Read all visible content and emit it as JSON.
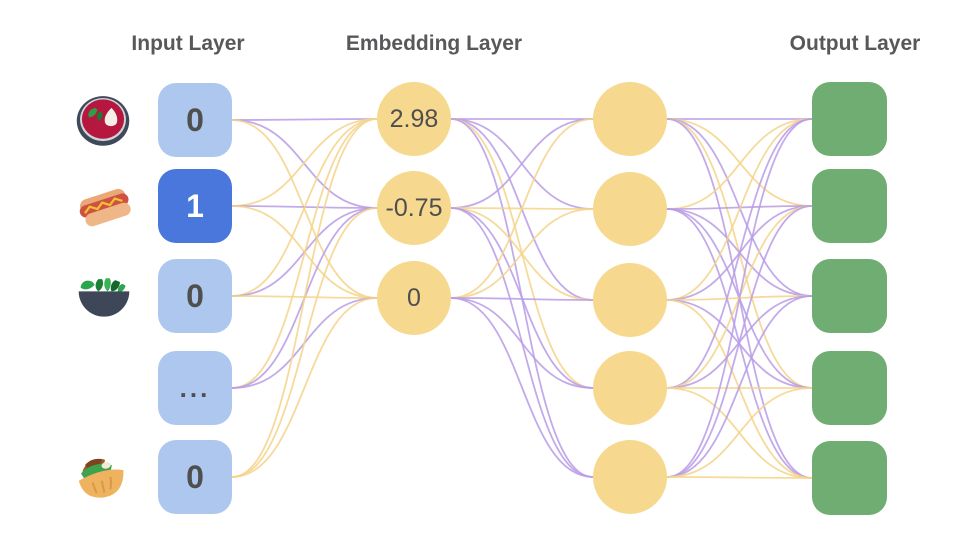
{
  "headers": {
    "input": "Input Layer",
    "embedding": "Embedding Layer",
    "output": "Output Layer"
  },
  "colors": {
    "input_node": "#aec7ef",
    "input_node_active": "#4a77dc",
    "embedding_node": "#f6d98e",
    "output_node": "#6fad72",
    "edge_purple": "#b89ce6",
    "edge_yellow": "#f5d38a",
    "header_text": "#58585b",
    "node_text": "#4f4f4f"
  },
  "layers": {
    "input": {
      "nodes": [
        {
          "value": "0",
          "icon": "borscht-bowl-icon",
          "active": false
        },
        {
          "value": "1",
          "icon": "hot-dog-icon",
          "active": true
        },
        {
          "value": "0",
          "icon": "green-salad-icon",
          "active": false
        },
        {
          "value": "...",
          "icon": null,
          "active": false
        },
        {
          "value": "0",
          "icon": "stuffed-flatbread-icon",
          "active": false
        }
      ]
    },
    "embedding": {
      "nodes": [
        {
          "value": "2.98"
        },
        {
          "value": "-0.75"
        },
        {
          "value": "0"
        }
      ]
    },
    "hidden": {
      "node_count": 5
    },
    "output": {
      "node_count": 5
    }
  },
  "edges": {
    "legend": {
      "P": "purple",
      "Y": "yellow"
    },
    "input_to_embedding": [
      [
        "P",
        "P",
        "Y"
      ],
      [
        "Y",
        "P",
        "Y"
      ],
      [
        "Y",
        "P",
        "Y"
      ],
      [
        "Y",
        "P",
        "P"
      ],
      [
        "Y",
        "Y",
        "Y"
      ]
    ],
    "embedding_to_hidden": [
      [
        "P",
        "P",
        "P",
        "Y",
        "P"
      ],
      [
        "P",
        "Y",
        "Y",
        "P",
        "P"
      ],
      [
        "Y",
        "Y",
        "P",
        "P",
        "P"
      ]
    ],
    "hidden_to_output": [
      [
        "P",
        "Y",
        "P",
        "Y",
        "P"
      ],
      [
        "Y",
        "P",
        "P",
        "P",
        "P"
      ],
      [
        "Y",
        "P",
        "Y",
        "P",
        "Y"
      ],
      [
        "P",
        "Y",
        "P",
        "Y",
        "Y"
      ],
      [
        "P",
        "P",
        "P",
        "Y",
        "Y"
      ]
    ]
  }
}
